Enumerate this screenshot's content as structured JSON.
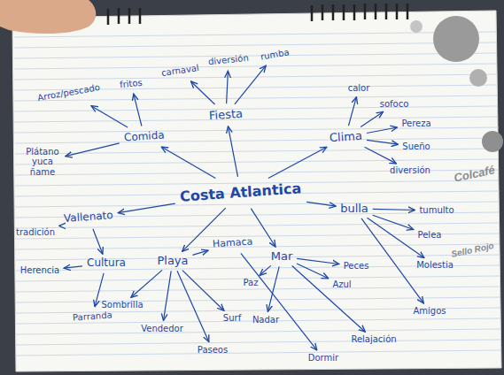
{
  "diagram": {
    "nodes": [
      {
        "text": [
          "Costa Atlantica"
        ]
      },
      {
        "text": [
          "Fiesta"
        ]
      },
      {
        "text": [
          "carnaval"
        ]
      },
      {
        "text": [
          "diversión"
        ]
      },
      {
        "text": [
          "rumba"
        ]
      },
      {
        "text": [
          "Comida"
        ]
      },
      {
        "text": [
          "Arroz/pescado"
        ]
      },
      {
        "text": [
          "fritos"
        ]
      },
      {
        "text": [
          "Plátano yuca ñame"
        ]
      },
      {
        "text": [
          "Vallenato"
        ]
      },
      {
        "text": [
          "tradición"
        ]
      },
      {
        "text": [
          "Cultura"
        ]
      },
      {
        "text": [
          "Herencia"
        ]
      },
      {
        "text": [
          "Parranda"
        ]
      },
      {
        "text": [
          "Clima"
        ]
      },
      {
        "text": [
          "calor"
        ]
      },
      {
        "text": [
          "sofoco"
        ]
      },
      {
        "text": [
          "Pereza"
        ]
      },
      {
        "text": [
          "Sueño"
        ]
      },
      {
        "text": [
          "diversión"
        ]
      },
      {
        "text": [
          "bulla"
        ]
      },
      {
        "text": [
          "tumulto"
        ]
      },
      {
        "text": [
          "Pelea"
        ]
      },
      {
        "text": [
          "Molestia"
        ]
      },
      {
        "text": [
          "Amigos"
        ]
      },
      {
        "text": [
          "Playa"
        ]
      },
      {
        "text": [
          "Sombrilla"
        ]
      },
      {
        "text": [
          "Vendedor"
        ]
      },
      {
        "text": [
          "Paseos"
        ]
      },
      {
        "text": [
          "Surf"
        ]
      },
      {
        "text": [
          "Hamaca"
        ]
      },
      {
        "text": [
          "Mar"
        ]
      },
      {
        "text": [
          "Peces"
        ]
      },
      {
        "text": [
          "Azul"
        ]
      },
      {
        "text": [
          "Nadar"
        ]
      },
      {
        "text": [
          "Paz"
        ]
      },
      {
        "text": [
          "Relajación"
        ]
      },
      {
        "text": [
          "Dormir"
        ]
      }
    ],
    "edges": [
      {
        "from": 0,
        "to": 1,
        "arrow": "to"
      },
      {
        "from": 0,
        "to": 5,
        "arrow": "to"
      },
      {
        "from": 0,
        "to": 9,
        "arrow": "to"
      },
      {
        "from": 0,
        "to": 25,
        "arrow": "to"
      },
      {
        "from": 0,
        "to": 31,
        "arrow": "to"
      },
      {
        "from": 0,
        "to": 20,
        "arrow": "to"
      },
      {
        "from": 0,
        "to": 14,
        "arrow": "to"
      },
      {
        "from": 1,
        "to": 2,
        "arrow": "to"
      },
      {
        "from": 1,
        "to": 3,
        "arrow": "to"
      },
      {
        "from": 1,
        "to": 4,
        "arrow": "to"
      },
      {
        "from": 5,
        "to": 6,
        "arrow": "to"
      },
      {
        "from": 5,
        "to": 7,
        "arrow": "to"
      },
      {
        "from": 5,
        "to": 8,
        "arrow": "to"
      },
      {
        "from": 9,
        "to": 10,
        "arrow": "to"
      },
      {
        "from": 9,
        "to": 11,
        "arrow": "to"
      },
      {
        "from": 11,
        "to": 12,
        "arrow": "to"
      },
      {
        "from": 11,
        "to": 13,
        "arrow": "to"
      },
      {
        "from": 14,
        "to": 15,
        "arrow": "to"
      },
      {
        "from": 14,
        "to": 16,
        "arrow": "to"
      },
      {
        "from": 14,
        "to": 17,
        "arrow": "to"
      },
      {
        "from": 14,
        "to": 18,
        "arrow": "to"
      },
      {
        "from": 14,
        "to": 19,
        "arrow": "to"
      },
      {
        "from": 20,
        "to": 21,
        "arrow": "to"
      },
      {
        "from": 20,
        "to": 22,
        "arrow": "to"
      },
      {
        "from": 20,
        "to": 23,
        "arrow": "to"
      },
      {
        "from": 20,
        "to": 24,
        "arrow": "to"
      },
      {
        "from": 25,
        "to": 26,
        "arrow": "to"
      },
      {
        "from": 25,
        "to": 27,
        "arrow": "to"
      },
      {
        "from": 25,
        "to": 28,
        "arrow": "to"
      },
      {
        "from": 25,
        "to": 29,
        "arrow": "to"
      },
      {
        "from": 25,
        "to": 30,
        "arrow": "to"
      },
      {
        "from": 31,
        "to": 32,
        "arrow": "to"
      },
      {
        "from": 31,
        "to": 33,
        "arrow": "to"
      },
      {
        "from": 31,
        "to": 34,
        "arrow": "to"
      },
      {
        "from": 31,
        "to": 35,
        "arrow": "to"
      },
      {
        "from": 31,
        "to": 36,
        "arrow": "to"
      },
      {
        "from": 30,
        "to": 37,
        "arrow": "to"
      }
    ],
    "labels": [
      "Colcafé",
      "Sello Rojo"
    ]
  }
}
